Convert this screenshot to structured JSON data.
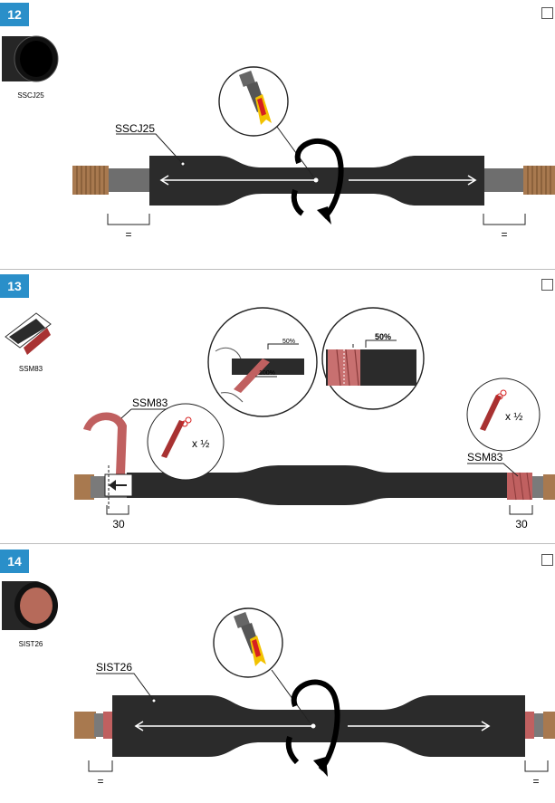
{
  "steps": [
    {
      "number": "12",
      "icon_label": "SSCJ25",
      "callout_label": "SSCJ25",
      "equal_left": "=",
      "equal_right": "="
    },
    {
      "number": "13",
      "icon_label": "SSM83",
      "callout_label_left": "SSM83",
      "callout_label_right": "SSM83",
      "zoom_a_top": "50%",
      "zoom_a_bottom": "100%",
      "zoom_b_top": "50%",
      "cut_left": "x ½",
      "cut_right": "x ½",
      "dim_left": "30",
      "dim_right": "30"
    },
    {
      "number": "14",
      "icon_label": "SIST26",
      "callout_label": "SIST26",
      "equal_left": "=",
      "equal_right": "="
    }
  ],
  "colors": {
    "badge": "#2a8fc9",
    "sleeve": "#2b2b2b",
    "copper": "#a8794f",
    "tape": "#c06060",
    "flame": "#f2c200"
  },
  "icons": [
    "heat-gun-icon",
    "rotation-arrow-icon",
    "scissors-icon",
    "tape-roll-icon"
  ]
}
